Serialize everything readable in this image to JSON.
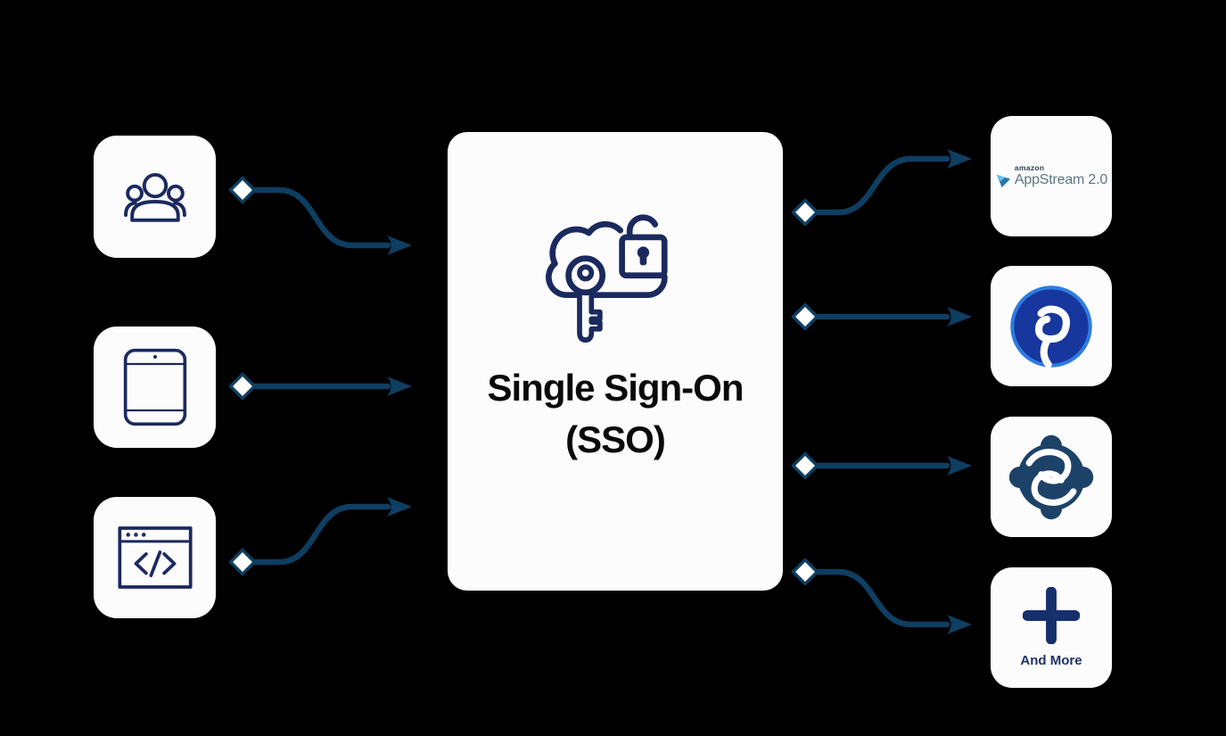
{
  "page": {
    "background": "#000000",
    "card_background": "#fcfcfc"
  },
  "colors": {
    "icon_navy": "#1b2a5e",
    "arrow_blue": "#0e3e61",
    "title_black": "#0a0a0a",
    "amazon_text": "#2b3b4a",
    "appstream_text": "#5f7483",
    "appstream_glyph_dark": "#2579a8",
    "appstream_glyph_light": "#6cc0ea",
    "pega_ring_blue": "#2e7ce0",
    "pega_fill_blue": "#17379e",
    "swirl_navy": "#1d4268",
    "plus_navy": "#16306b"
  },
  "center_card": {
    "title_line1": "Single Sign-On",
    "title_line2": "(SSO)",
    "icon": "cloud-key-lock-icon"
  },
  "sources": [
    {
      "icon": "users-group-icon"
    },
    {
      "icon": "tablet-icon"
    },
    {
      "icon": "code-window-icon"
    }
  ],
  "apps": [
    {
      "id": "appstream",
      "brand_top": "amazon",
      "brand_main": "AppStream 2.0",
      "icon": "appstream-triangle-icon"
    },
    {
      "id": "pega",
      "icon": "pega-circle-icon"
    },
    {
      "id": "swirl",
      "icon": "interlocked-swirl-icon"
    },
    {
      "id": "and-more",
      "label": "And More",
      "icon": "plus-icon"
    }
  ],
  "connectors": {
    "count": 7,
    "marker_start": "diamond",
    "marker_end": "arrowhead"
  }
}
